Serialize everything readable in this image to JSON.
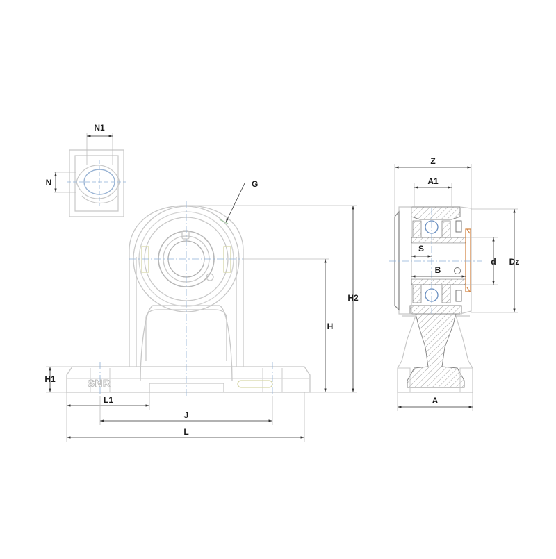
{
  "labels": {
    "N1": "N1",
    "N": "N",
    "G": "G",
    "H2": "H2",
    "H": "H",
    "H1": "H1",
    "L1": "L1",
    "J": "J",
    "L": "L",
    "Z": "Z",
    "A1": "A1",
    "S": "S",
    "B": "B",
    "d": "d",
    "Dz": "Dz",
    "A": "A"
  },
  "brand": "SNR",
  "colors": {
    "outline": "#c8c8c8",
    "dimension": "#333333",
    "centerline": "#8fb0d6",
    "hatch": "#9a9a9a",
    "seal": "#d4894a"
  }
}
